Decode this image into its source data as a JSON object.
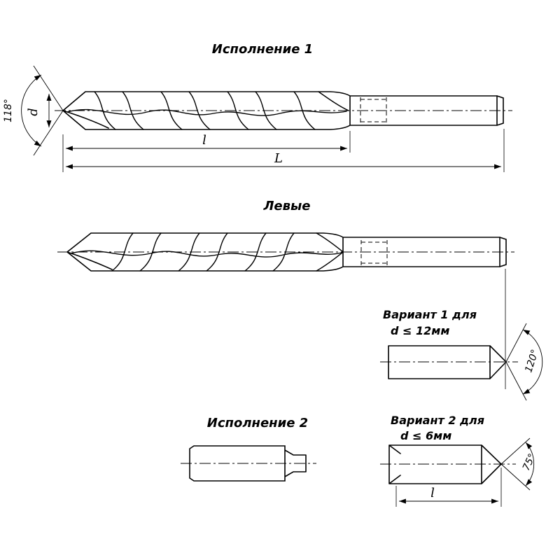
{
  "design1": {
    "title": "Исполнение 1",
    "dim_flute_length": "l",
    "dim_total_length": "L",
    "dim_diameter": "d",
    "dim_point_angle": "118°"
  },
  "left_hand": {
    "title": "Левые"
  },
  "variant1": {
    "title_line1": "Вариант 1 для",
    "title_line2": "d ≤ 12мм",
    "dim_angle": "120°"
  },
  "design2": {
    "title": "Исполнение 2"
  },
  "variant2": {
    "title_line1": "Вариант 2 для",
    "title_line2": "d ≤ 6мм",
    "dim_angle": "75°",
    "dim_length": "l"
  }
}
